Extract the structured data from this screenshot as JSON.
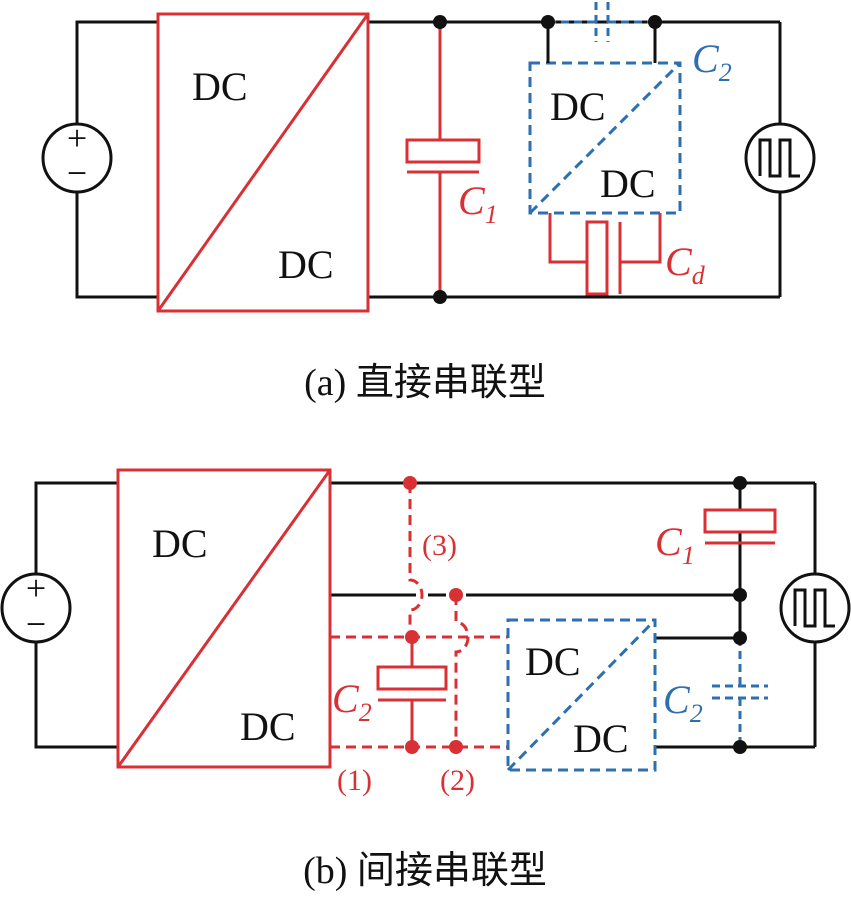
{
  "colors": {
    "main_wire": "#111111",
    "converter_red": "#d93035",
    "converter_blue": "#2e6fb0",
    "node": "#111111"
  },
  "diagram_a": {
    "caption": "(a) 直接串联型",
    "converter_main": {
      "top_label": "DC",
      "bottom_label": "DC"
    },
    "converter_series": {
      "top_label": "DC",
      "bottom_label": "DC"
    },
    "c1": {
      "letter": "C",
      "subscript": "1"
    },
    "c2": {
      "letter": "C",
      "subscript": "2"
    },
    "cd": {
      "letter": "C",
      "subscript": "d"
    },
    "source_plus": "+",
    "source_minus": "−"
  },
  "diagram_b": {
    "caption": "(b) 间接串联型",
    "converter_main": {
      "top_label": "DC",
      "bottom_label": "DC"
    },
    "converter_series": {
      "top_label": "DC",
      "bottom_label": "DC"
    },
    "c1": {
      "letter": "C",
      "subscript": "1"
    },
    "c2_red": {
      "letter": "C",
      "subscript": "2"
    },
    "c2_blue": {
      "letter": "C",
      "subscript": "2"
    },
    "option_1": "(1)",
    "option_2": "(2)",
    "option_3": "(3)",
    "source_plus": "+",
    "source_minus": "−"
  }
}
